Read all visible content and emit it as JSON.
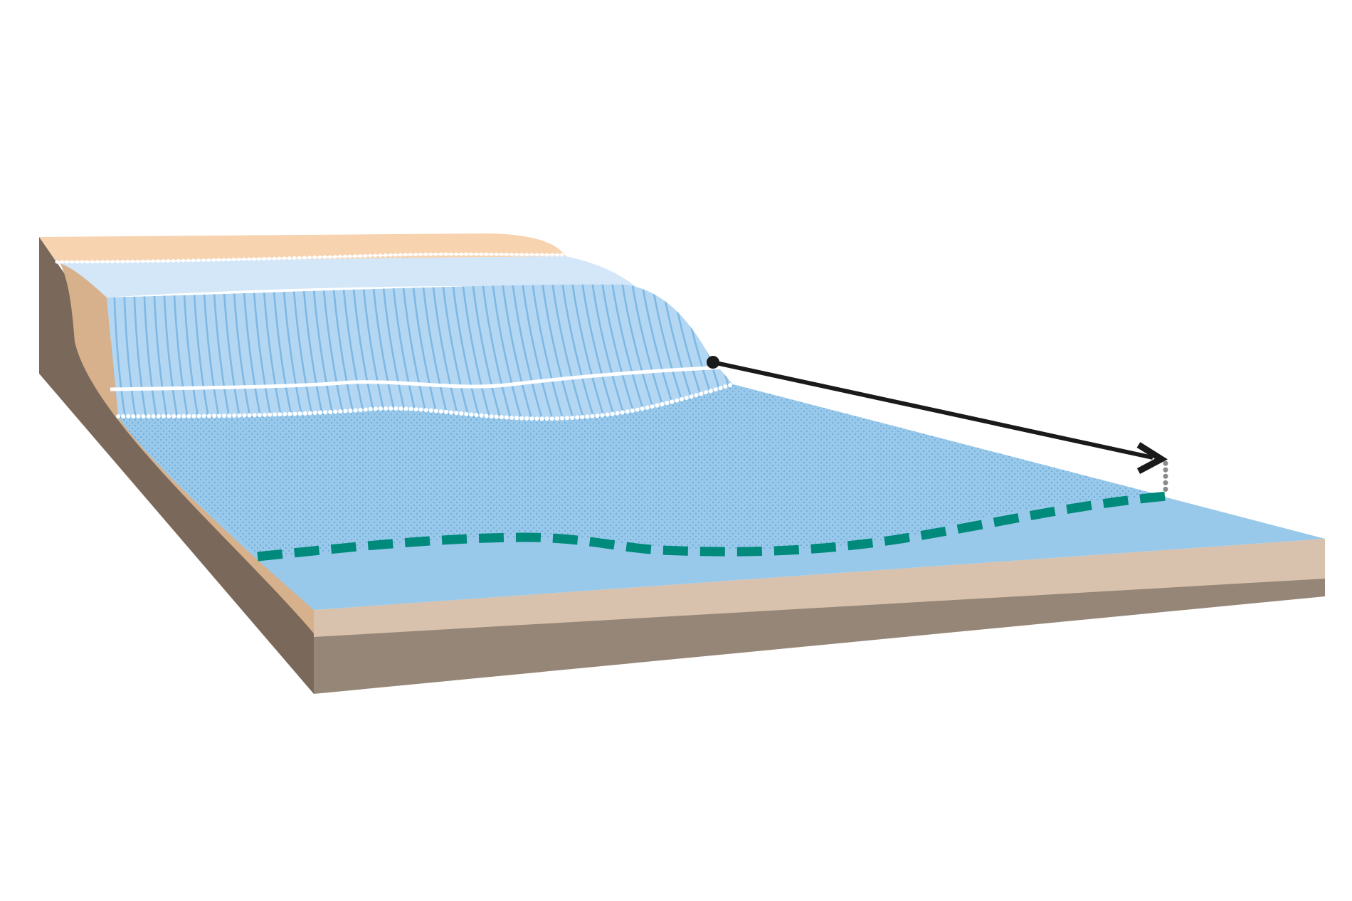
{
  "diagram": {
    "kind": "coastal shelf cross-section illustration",
    "labels": [],
    "colors": {
      "background": "#ffffff",
      "beach_sand": "#f7d3b0",
      "cliff_sand": "#d7b08c",
      "cliff_dark": "#7a685a",
      "slope_front_light": "#d8c2ad",
      "slope_front_dark": "#968677",
      "water_light": "#d3e7f8",
      "water_mid": "#b3d7f3",
      "water_surface": "#98c9ea",
      "stripe_blue": "#7fb8e2",
      "stipple": "#6aa7d8",
      "dashed_boundary": "#008a7b",
      "arrow": "#1a1a1a",
      "gauge_dots": "#8a8a8a",
      "shoreline_lines": "#ffffff"
    },
    "elements": [
      "beach",
      "cliff",
      "swash-zone",
      "surf-zone",
      "shoreline-lines",
      "nearshore-stippled-zone",
      "offshore-water",
      "dashed-boundary",
      "offshore-arrow",
      "gauge-marker"
    ]
  }
}
